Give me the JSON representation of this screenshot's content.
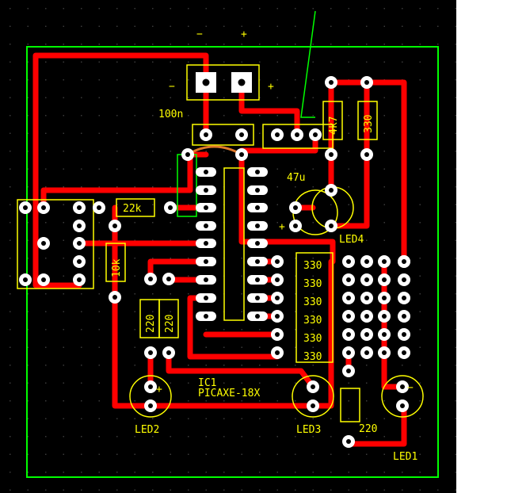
{
  "colors": {
    "background": "#000000",
    "grid": "#3a3a3a",
    "outline": "#00ff00",
    "track": "#ff0000",
    "silk": "#ffff00",
    "pad": "#ffffff",
    "hole": "#000000",
    "jumper": "#e07a2a",
    "text": "#ffff00"
  },
  "labels": {
    "battery_minus": "−",
    "battery_plus": "+",
    "terminal_minus": "−",
    "terminal_plus": "+",
    "cap_100n": "100n",
    "cap_47u": "47u",
    "cap_plus": "+",
    "r_22k": "22k",
    "r_10k": "10k",
    "r_4k7": "4k7",
    "r_330_top": "330",
    "r_330_bank": [
      "330",
      "330",
      "330",
      "330",
      "330",
      "330"
    ],
    "r_220_a": "220",
    "r_220_b": "220",
    "r_220_c": "220",
    "ic_ref": "IC1",
    "ic_name": "PICAXE-18X",
    "led1": "LED1",
    "led2": "LED2",
    "led3": "LED3",
    "led4": "LED4",
    "led_plus": "+",
    "led_minus": "−"
  }
}
